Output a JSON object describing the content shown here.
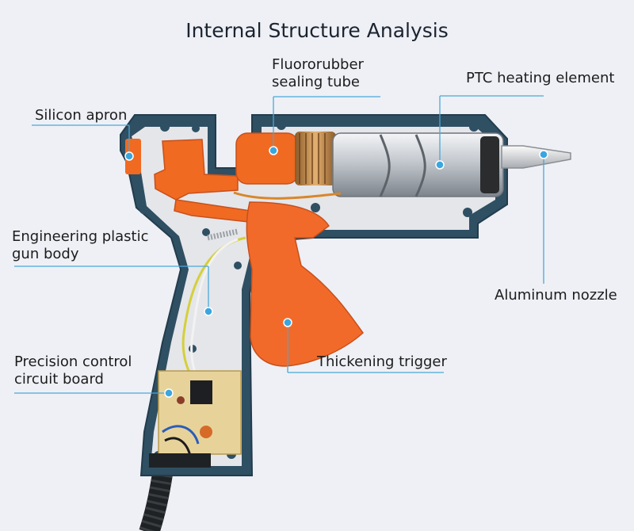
{
  "title": "Internal Structure Analysis",
  "labels": {
    "silicon_apron": "Silicon apron",
    "fluororubber_tube": "Fluororubber\nsealing tube",
    "ptc_heating_element": "PTC heating element",
    "engineering_plastic_body": "Engineering plastic\ngun body",
    "aluminum_nozzle": "Aluminum nozzle",
    "precision_circuit_board": "Precision control\ncircuit board",
    "thickening_trigger": "Thickening trigger"
  },
  "colors": {
    "background": "#eef0f6",
    "callout_line": "#4aa8d8",
    "callout_dot": "#3aa6e0",
    "gun_shell": "#2f4f63",
    "gun_shell_inner": "#e6e7ea",
    "trigger": "#f2672a",
    "orange_parts": "#f06a22",
    "heating_cylinder": "#c9cdd2",
    "nozzle": "#d8dadd",
    "circuit_board": "#e9d8a6",
    "cable": "#1f2224"
  }
}
